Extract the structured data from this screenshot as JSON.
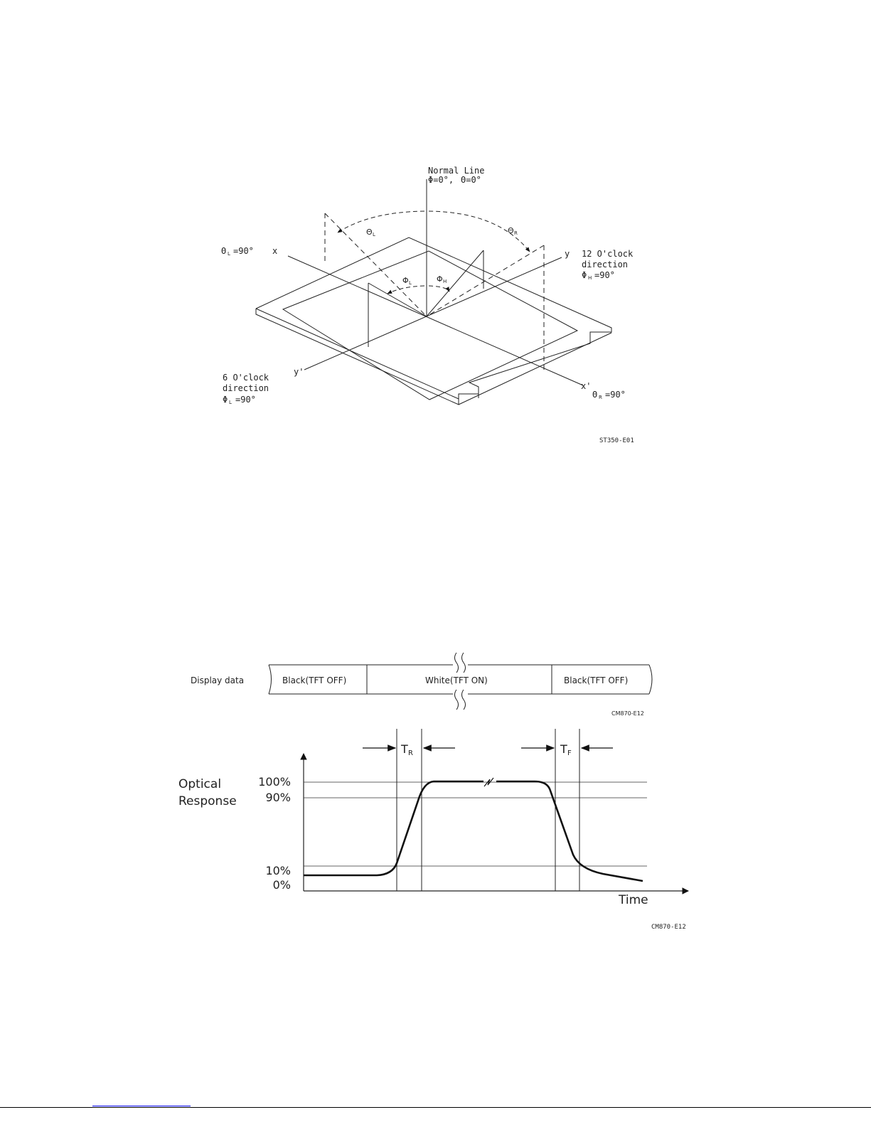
{
  "viewing_angle": {
    "normal_line_title": "Normal Line",
    "normal_line_phi": "Φ=0°,",
    "normal_line_theta": "Θ=0°",
    "theta_l": "Θ",
    "theta_l_sub": "L",
    "theta_r": "Θ",
    "theta_r_sub": "R",
    "phi_l": "Φ",
    "phi_l_sub": "L",
    "phi_h": "Φ",
    "phi_h_sub": "H",
    "theta_l_90_sym": "Θ",
    "theta_l_90_sub": "L",
    "theta_l_90_val": "=90°",
    "theta_r_90_sym": "Θ",
    "theta_r_90_sub": "R",
    "theta_r_90_val": "=90°",
    "axis_x": "x",
    "axis_x_prime": "x'",
    "axis_y": "y",
    "axis_y_prime": "y'",
    "dir12_line1": "12 O'clock",
    "dir12_line2": "direction",
    "dir12_phi_sym": "Φ",
    "dir12_phi_sub": "H",
    "dir12_phi_val": "=90°",
    "dir6_line1": "6 O'clock",
    "dir6_line2": "direction",
    "dir6_phi_sym": "Φ",
    "dir6_phi_sub": "L",
    "dir6_phi_val": "=90°",
    "figure_code": "ST350-E01"
  },
  "display_data": {
    "label": "Display data",
    "segments": [
      "Black(TFT OFF)",
      "White(TFT ON)",
      "Black(TFT OFF)"
    ],
    "figure_code": "CM870-E12"
  },
  "optical_response": {
    "y_label_line1": "Optical",
    "y_label_line2": "Response",
    "levels": [
      "100%",
      "90%",
      "10%",
      "0%"
    ],
    "x_label": "Time",
    "tr_sym": "T",
    "tr_sub": "R",
    "tf_sym": "T",
    "tf_sub": "F",
    "figure_code": "CM870-E12"
  }
}
